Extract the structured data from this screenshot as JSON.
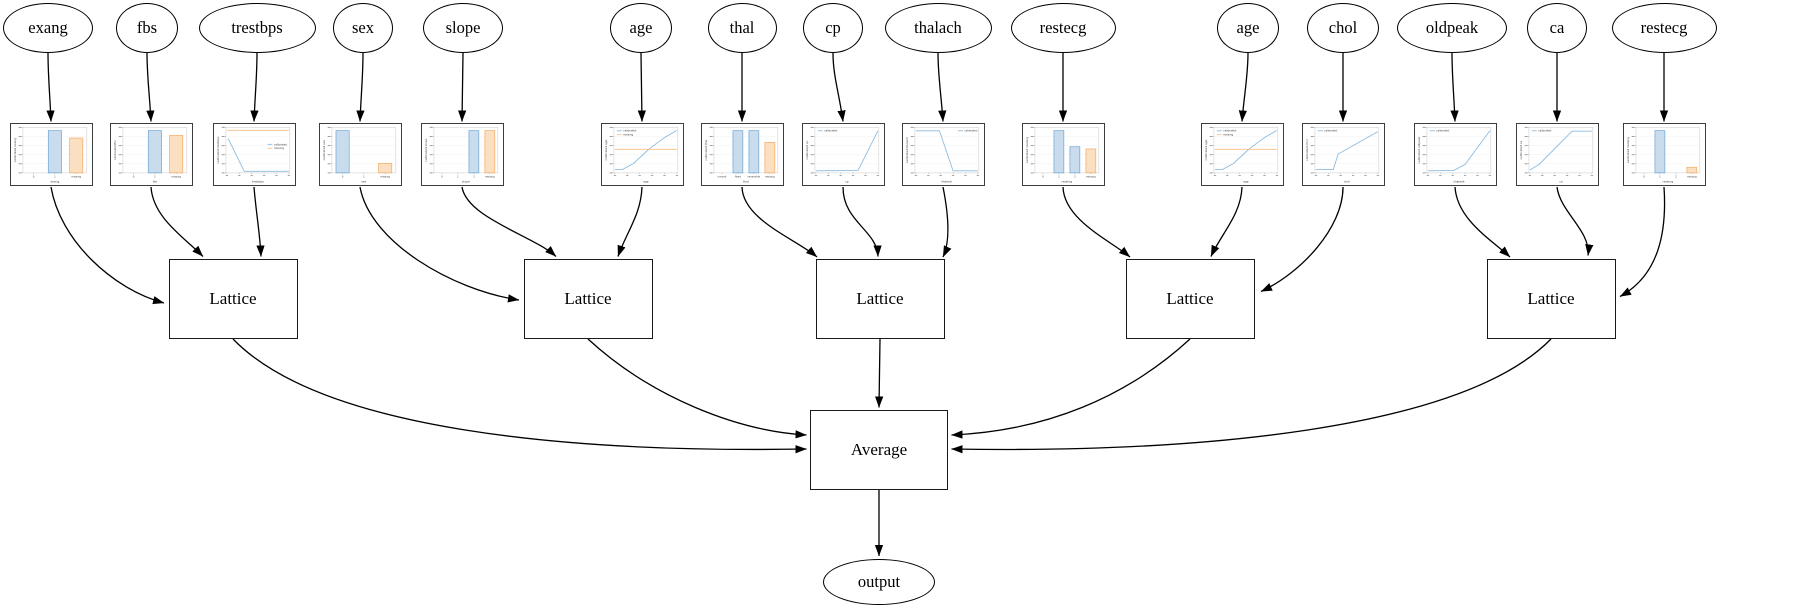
{
  "diagram": {
    "average": {
      "label": "Average"
    },
    "output": {
      "label": "output"
    },
    "lattices": [
      {
        "label": "Lattice"
      },
      {
        "label": "Lattice"
      },
      {
        "label": "Lattice"
      },
      {
        "label": "Lattice"
      },
      {
        "label": "Lattice"
      }
    ],
    "groups": [
      [
        0,
        1,
        2
      ],
      [
        3,
        4,
        5
      ],
      [
        6,
        7,
        8
      ],
      [
        9,
        10,
        11
      ],
      [
        12,
        13,
        14
      ]
    ],
    "colors": {
      "edge": "#000000",
      "bar_blue_fill": "#c9dcee",
      "bar_blue_edge": "#6aa3d2",
      "bar_orange_fill": "#fbdfc1",
      "bar_orange_edge": "#f3a860",
      "line_blue": "#8abbe0",
      "line_orange": "#f8bd80"
    },
    "features": [
      {
        "label": "exang",
        "chart": {
          "type": "bar",
          "xlabel": "exang",
          "ylabel": "calibrated exang",
          "xticks": [
            "0",
            "1",
            "missing"
          ],
          "bars": [
            {
              "slot": 1,
              "color": "blue",
              "value": 0.97
            },
            {
              "slot": 2,
              "color": "orange",
              "value": 0.8
            }
          ]
        }
      },
      {
        "label": "fbs",
        "chart": {
          "type": "bar",
          "xlabel": "fbs",
          "ylabel": "calibrated fbs",
          "xticks": [
            "0",
            "1",
            "missing"
          ],
          "bars": [
            {
              "slot": 1,
              "color": "blue",
              "value": 0.97
            },
            {
              "slot": 2,
              "color": "orange",
              "value": 0.86
            }
          ]
        }
      },
      {
        "label": "trestbps",
        "chart": {
          "type": "line",
          "xlabel": "trestbps",
          "ylabel": "calibrated trestbps",
          "legend": {
            "pos": "midright",
            "entries": [
              "calibrated",
              "missing"
            ]
          },
          "series": [
            {
              "name": "calibrated",
              "color": "blue",
              "points": [
                [
                  0.02,
                  0.78
                ],
                [
                  0.28,
                  0.02
                ],
                [
                  1,
                  0.02
                ]
              ]
            },
            {
              "name": "missing",
              "color": "orange",
              "points": [
                [
                  0,
                  0.97
                ],
                [
                  1,
                  0.97
                ]
              ]
            }
          ]
        }
      },
      {
        "label": "sex",
        "chart": {
          "type": "bar",
          "xlabel": "sex",
          "ylabel": "calibrated sex",
          "xticks": [
            "0",
            "1",
            "missing"
          ],
          "bars": [
            {
              "slot": 0,
              "color": "blue",
              "value": 0.97
            },
            {
              "slot": 2,
              "color": "orange",
              "value": 0.22
            }
          ]
        }
      },
      {
        "label": "slope",
        "chart": {
          "type": "bar",
          "xlabel": "slope",
          "ylabel": "calibrated slope",
          "xticks": [
            "0",
            "1",
            "2",
            "missing"
          ],
          "bars": [
            {
              "slot": 2,
              "color": "blue",
              "value": 0.97
            },
            {
              "slot": 3,
              "color": "orange",
              "value": 0.97
            }
          ]
        }
      },
      {
        "label": "age",
        "chart": {
          "type": "line",
          "xlabel": "age",
          "ylabel": "calibrated age",
          "legend": {
            "pos": "topleft",
            "entries": [
              "calibrated",
              "missing"
            ]
          },
          "series": [
            {
              "name": "calibrated",
              "color": "blue",
              "points": [
                [
                  0,
                  0.06
                ],
                [
                  0.12,
                  0.06
                ],
                [
                  0.3,
                  0.2
                ],
                [
                  0.5,
                  0.47
                ],
                [
                  0.58,
                  0.57
                ],
                [
                  0.8,
                  0.8
                ],
                [
                  1,
                  0.97
                ]
              ]
            },
            {
              "name": "missing",
              "color": "orange",
              "points": [
                [
                  0,
                  0.53
                ],
                [
                  1,
                  0.53
                ]
              ]
            }
          ]
        }
      },
      {
        "label": "thal",
        "chart": {
          "type": "bar",
          "xlabel": "thal",
          "ylabel": "calibrated thal",
          "xticks": [
            "normal",
            "fixed",
            "reversible",
            "missing"
          ],
          "bars": [
            {
              "slot": 1,
              "color": "blue",
              "value": 0.97
            },
            {
              "slot": 2,
              "color": "blue",
              "value": 0.97
            },
            {
              "slot": 3,
              "color": "orange",
              "value": 0.7
            }
          ]
        }
      },
      {
        "label": "cp",
        "chart": {
          "type": "line",
          "xlabel": "cp",
          "ylabel": "calibrated cp",
          "legend": {
            "pos": "topleft",
            "entries": [
              "calibrated"
            ]
          },
          "series": [
            {
              "name": "calibrated",
              "color": "blue",
              "points": [
                [
                  0,
                  0.03
                ],
                [
                  0.68,
                  0.04
                ],
                [
                  1,
                  0.96
                ]
              ]
            }
          ]
        }
      },
      {
        "label": "thalach",
        "chart": {
          "type": "line",
          "xlabel": "thalach",
          "ylabel": "calibrated thalach",
          "legend": {
            "pos": "topright",
            "entries": [
              "calibrated"
            ]
          },
          "series": [
            {
              "name": "calibrated",
              "color": "blue",
              "points": [
                [
                  0,
                  0.96
                ],
                [
                  0.38,
                  0.96
                ],
                [
                  0.6,
                  0.03
                ],
                [
                  1,
                  0.03
                ]
              ]
            }
          ]
        }
      },
      {
        "label": "restecg",
        "chart": {
          "type": "bar",
          "xlabel": "restecg",
          "ylabel": "calibrated restecg",
          "xticks": [
            "0",
            "1",
            "2",
            "missing"
          ],
          "bars": [
            {
              "slot": 1,
              "color": "blue",
              "value": 0.97
            },
            {
              "slot": 2,
              "color": "blue",
              "value": 0.6
            },
            {
              "slot": 3,
              "color": "orange",
              "value": 0.55
            }
          ]
        }
      },
      {
        "label": "age",
        "chart": {
          "type": "line",
          "xlabel": "age",
          "ylabel": "calibrated age",
          "legend": {
            "pos": "topleft",
            "entries": [
              "calibrated",
              "missing"
            ]
          },
          "series": [
            {
              "name": "calibrated",
              "color": "blue",
              "points": [
                [
                  0,
                  0.06
                ],
                [
                  0.12,
                  0.06
                ],
                [
                  0.3,
                  0.2
                ],
                [
                  0.5,
                  0.47
                ],
                [
                  0.58,
                  0.57
                ],
                [
                  0.8,
                  0.8
                ],
                [
                  1,
                  0.97
                ]
              ]
            },
            {
              "name": "missing",
              "color": "orange",
              "points": [
                [
                  0,
                  0.53
                ],
                [
                  1,
                  0.53
                ]
              ]
            }
          ]
        }
      },
      {
        "label": "chol",
        "chart": {
          "type": "line",
          "xlabel": "chol",
          "ylabel": "calibrated chol",
          "legend": {
            "pos": "topleft",
            "entries": [
              "calibrated"
            ]
          },
          "series": [
            {
              "name": "calibrated",
              "color": "blue",
              "points": [
                [
                  0,
                  0.06
                ],
                [
                  0.28,
                  0.06
                ],
                [
                  0.36,
                  0.42
                ],
                [
                  1,
                  0.94
                ]
              ]
            }
          ]
        }
      },
      {
        "label": "oldpeak",
        "chart": {
          "type": "line",
          "xlabel": "oldpeak",
          "ylabel": "calibrated oldpeak",
          "legend": {
            "pos": "topleft",
            "entries": [
              "calibrated"
            ]
          },
          "series": [
            {
              "name": "calibrated",
              "color": "blue",
              "points": [
                [
                  0,
                  0.03
                ],
                [
                  0.42,
                  0.04
                ],
                [
                  0.6,
                  0.18
                ],
                [
                  1,
                  0.96
                ]
              ]
            }
          ]
        }
      },
      {
        "label": "ca",
        "chart": {
          "type": "line",
          "xlabel": "ca",
          "ylabel": "calibrated ca",
          "legend": {
            "pos": "topleft",
            "entries": [
              "calibrated"
            ]
          },
          "series": [
            {
              "name": "calibrated",
              "color": "blue",
              "points": [
                [
                  0,
                  0.05
                ],
                [
                  0.15,
                  0.18
                ],
                [
                  0.68,
                  0.95
                ],
                [
                  1,
                  0.95
                ]
              ]
            }
          ]
        }
      },
      {
        "label": "restecg",
        "chart": {
          "type": "bar",
          "xlabel": "restecg",
          "ylabel": "calibrated restecg",
          "xticks": [
            "0",
            "1",
            "2",
            "missing"
          ],
          "bars": [
            {
              "slot": 1,
              "color": "blue",
              "value": 0.97
            },
            {
              "slot": 3,
              "color": "orange",
              "value": 0.13
            }
          ]
        }
      }
    ]
  }
}
